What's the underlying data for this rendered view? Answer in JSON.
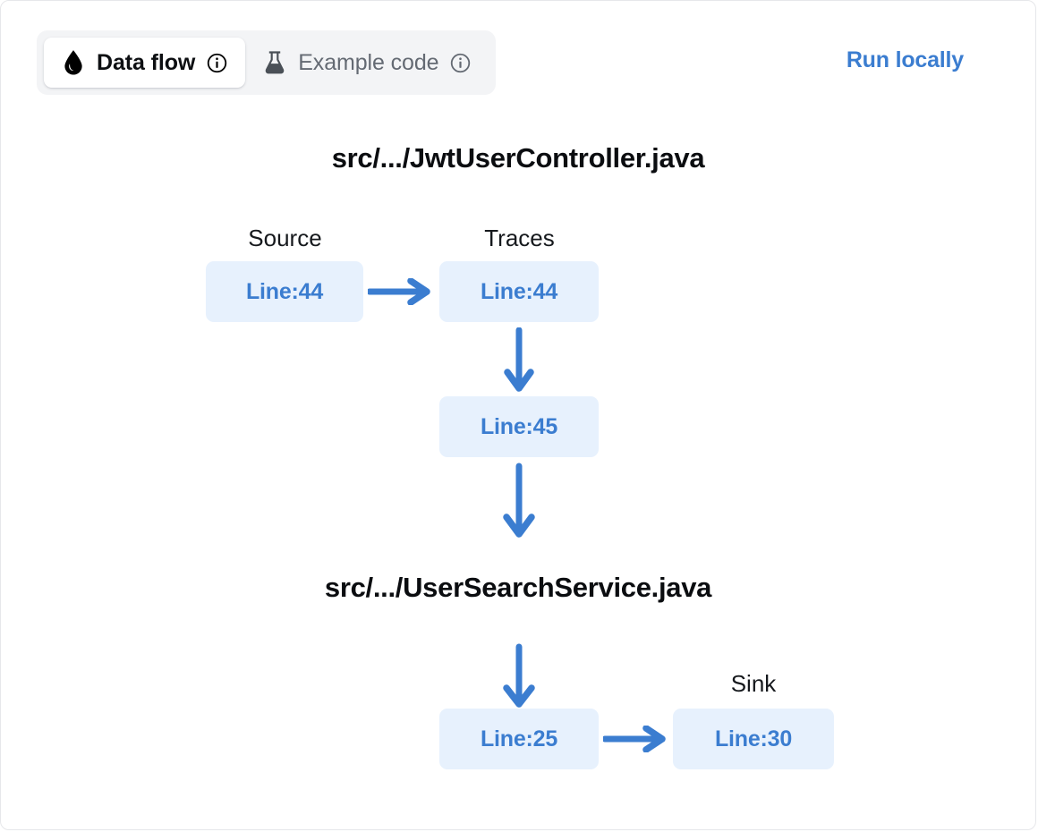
{
  "card": {
    "accent_blue": "#3b7dd0",
    "node_bg": "#e7f1fd",
    "tabgroup_bg": "#f3f4f6"
  },
  "header": {
    "tabs": [
      {
        "id": "data-flow",
        "label": "Data flow",
        "icon": "droplet-icon",
        "info_icon": "info-icon",
        "active": true
      },
      {
        "id": "example-code",
        "label": "Example code",
        "icon": "flask-icon",
        "info_icon": "info-icon",
        "active": false
      }
    ],
    "run_locally_label": "Run locally"
  },
  "flow": {
    "files": [
      {
        "title": "src/.../JwtUserController.java"
      },
      {
        "title": "src/.../UserSearchService.java"
      }
    ],
    "column_labels": {
      "source": "Source",
      "traces": "Traces",
      "sink": "Sink"
    },
    "nodes": {
      "source_line": "Line:44",
      "trace_line_1": "Line:44",
      "trace_line_2": "Line:45",
      "trace_line_3": "Line:25",
      "sink_line": "Line:30"
    }
  }
}
